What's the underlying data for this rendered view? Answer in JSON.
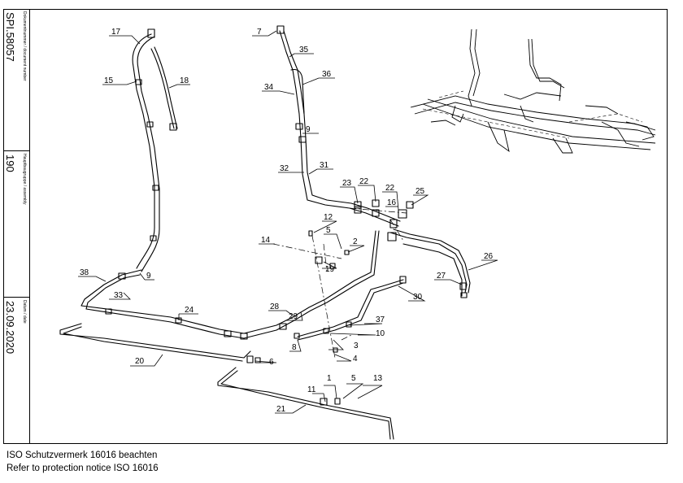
{
  "title_block": {
    "document_number_label": "Dokumentnummer / document number",
    "document_number": "SPI.58057",
    "assembly_label": "Hauptbaugruppe / assembly",
    "assembly": "190",
    "date_label": "Datum / date",
    "date": "23.09.2020"
  },
  "notice": {
    "line_de": "ISO Schutzvermerk 16016 beachten",
    "line_en": "Refer to protection notice ISO 16016"
  },
  "callouts": [
    "17",
    "15",
    "18",
    "38",
    "33",
    "9",
    "24",
    "20",
    "7",
    "35",
    "34",
    "36",
    "32",
    "31",
    "23",
    "22",
    "16",
    "25",
    "12",
    "5",
    "14",
    "2",
    "19",
    "28",
    "29",
    "30",
    "27",
    "26",
    "8",
    "3",
    "4",
    "37",
    "10",
    "6",
    "1",
    "13",
    "11",
    "21"
  ]
}
